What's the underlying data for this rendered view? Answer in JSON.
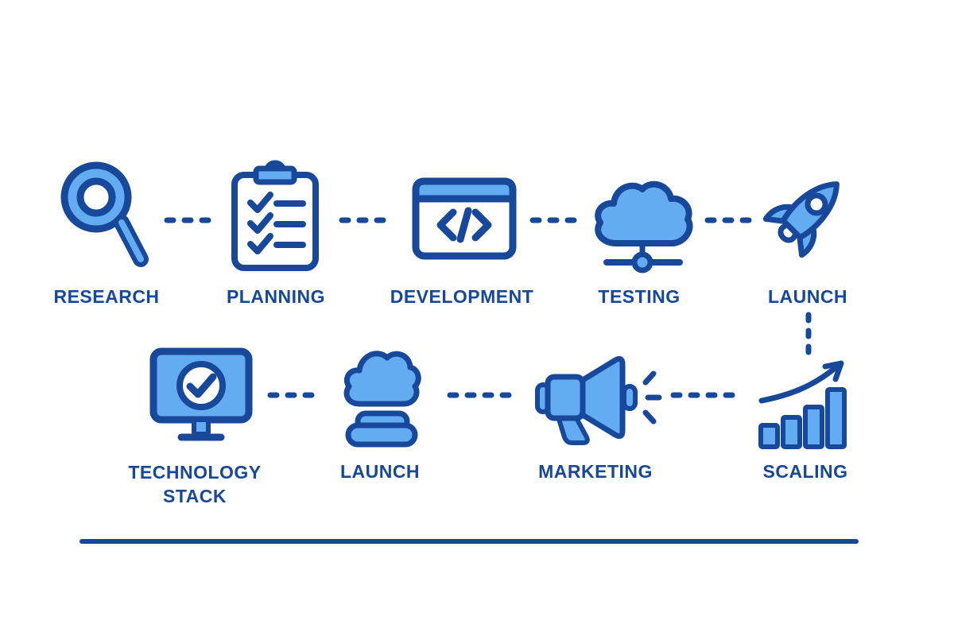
{
  "title": "Startup process infographic",
  "colors": {
    "background": "#ffffff",
    "icon_fill_light_blue": "#64acf2",
    "outline_dark_blue": "#17489a",
    "text": "#17489a"
  },
  "steps": [
    {
      "id": "research",
      "label": "RESEARCH",
      "icon": "magnifier-icon",
      "row": 1
    },
    {
      "id": "planning",
      "label": "PLANNING",
      "icon": "clipboard-checklist-icon",
      "row": 1
    },
    {
      "id": "development",
      "label": "DEVELOPMENT",
      "icon": "code-window-icon",
      "row": 1
    },
    {
      "id": "testing",
      "label": "TESTING",
      "icon": "cloud-network-icon",
      "row": 1
    },
    {
      "id": "launch",
      "label": "LAUNCH",
      "icon": "rocket-icon",
      "row": 1
    },
    {
      "id": "technology-stack",
      "label": "TECHNOLOGY STACK",
      "icon": "monitor-check-icon",
      "row": 2
    },
    {
      "id": "launch-2",
      "label": "LAUNCH",
      "icon": "cloud-stack-icon",
      "row": 2
    },
    {
      "id": "marketing",
      "label": "MARKETING",
      "icon": "megaphone-icon",
      "row": 2
    },
    {
      "id": "scaling",
      "label": "SCALING",
      "icon": "bar-chart-growth-icon",
      "row": 2
    }
  ],
  "connections": [
    {
      "from": "research",
      "to": "planning",
      "style": "dashed-horizontal"
    },
    {
      "from": "planning",
      "to": "development",
      "style": "dashed-horizontal"
    },
    {
      "from": "development",
      "to": "testing",
      "style": "dashed-horizontal"
    },
    {
      "from": "testing",
      "to": "launch",
      "style": "dashed-horizontal"
    },
    {
      "from": "launch",
      "to": "scaling",
      "style": "dashed-vertical"
    },
    {
      "from": "technology-stack",
      "to": "launch-2",
      "style": "dashed-horizontal"
    },
    {
      "from": "launch-2",
      "to": "marketing",
      "style": "dashed-horizontal"
    },
    {
      "from": "marketing",
      "to": "scaling",
      "style": "dashed-horizontal"
    }
  ],
  "footer_rule": {
    "present": true,
    "color": "#17489a"
  }
}
